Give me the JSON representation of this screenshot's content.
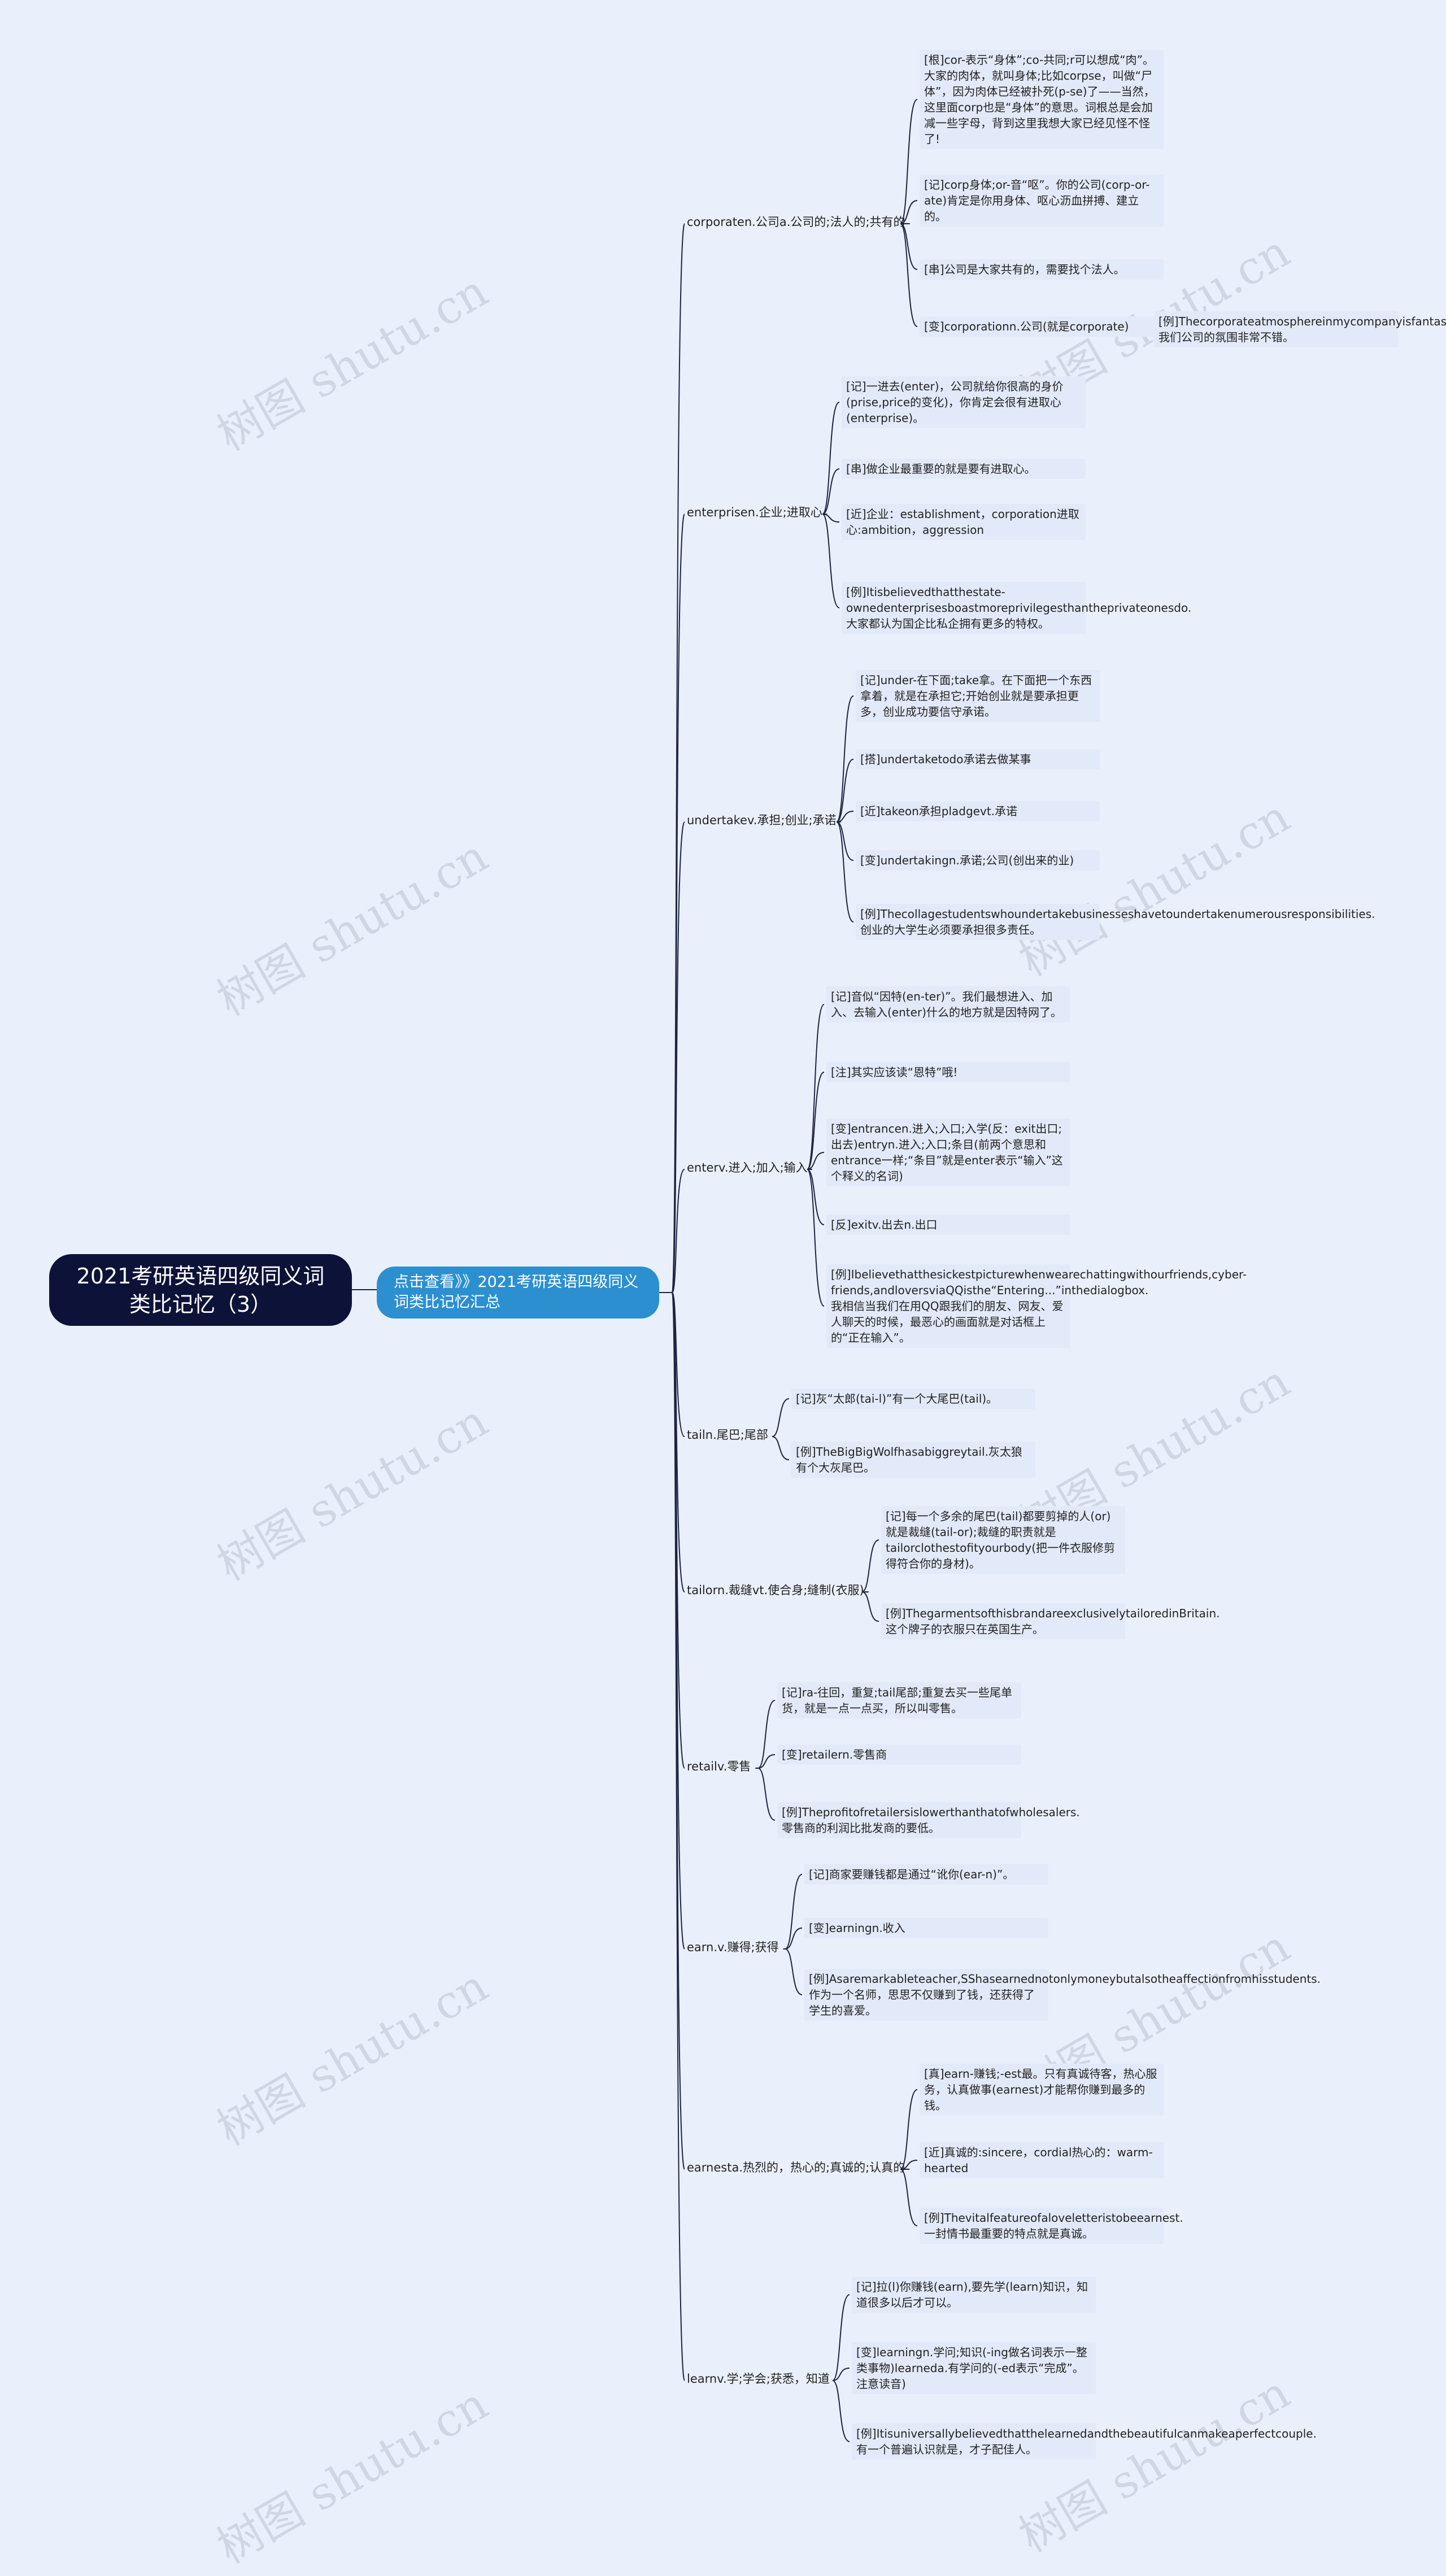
{
  "root": {
    "title": "2021考研英语四级同义词类比记忆（3）"
  },
  "link": {
    "label": "点击查看》》2021考研英语四级同义词类比记忆汇总"
  },
  "watermark": "树图 shutu.cn",
  "colors": {
    "root_bg": "#0d1238",
    "link_bg": "#2c8fd0",
    "line": "#1c2540",
    "leaf_bg": "#e2e9f8",
    "page_bg": "#eaf0fb"
  },
  "branches": [
    {
      "label": "corporaten.公司a.公司的;法人的;共有的",
      "leaves": [
        {
          "text": "[根]cor-表示“身体”;co-共同;r可以想成“肉”。大家的肉体，就叫身体;比如corpse，叫做“尸体”，因为肉体已经被扑死(p-se)了——当然，这里面corp也是“身体”的意思。词根总是会加减一些字母，背到这里我想大家已经见怪不怪了!"
        },
        {
          "text": "[记]corp身体;or-音“呕”。你的公司(corp-or-ate)肯定是你用身体、呕心沥血拼搏、建立的。"
        },
        {
          "text": "[串]公司是大家共有的，需要找个法人。"
        },
        {
          "text": "[变]corporationn.公司(就是corporate)",
          "child": "[例]Thecorporateatmosphereinmycompanyisfantastic.我们公司的氛围非常不错。"
        }
      ]
    },
    {
      "label": "enterprisen.企业;进取心",
      "leaves": [
        {
          "text": "[记]一进去(enter)，公司就给你很高的身价(prise,price的变化)，你肯定会很有进取心(enterprise)。"
        },
        {
          "text": "[串]做企业最重要的就是要有进取心。"
        },
        {
          "text": "[近]企业：establishment，corporation进取心:ambition，aggression"
        },
        {
          "text": "[例]Itisbelievedthatthestate-ownedenterprisesboastmoreprivilegesthantheprivateonesdo.大家都认为国企比私企拥有更多的特权。"
        }
      ]
    },
    {
      "label": "undertakev.承担;创业;承诺",
      "leaves": [
        {
          "text": "[记]under-在下面;take拿。在下面把一个东西拿着，就是在承担它;开始创业就是要承担更多，创业成功要信守承诺。"
        },
        {
          "text": "[搭]undertaketodo承诺去做某事"
        },
        {
          "text": "[近]takeon承担pladgevt.承诺"
        },
        {
          "text": "[变]undertakingn.承诺;公司(创出来的业)"
        },
        {
          "text": "[例]Thecollagestudentswhoundertakebusinesseshavetoundertakenumerousresponsibilities.创业的大学生必须要承担很多责任。"
        }
      ]
    },
    {
      "label": "enterv.进入;加入;输入",
      "leaves": [
        {
          "text": "[记]音似“因特(en-ter)”。我们最想进入、加入、去输入(enter)什么的地方就是因特网了。"
        },
        {
          "text": "[注]其实应该读“恩特”哦!"
        },
        {
          "text": "[变]entrancen.进入;入口;入学(反：exit出口;出去)entryn.进入;入口;条目(前两个意思和entrance一样;“条目”就是enter表示“输入”这个释义的名词)"
        },
        {
          "text": "[反]exitv.出去n.出口"
        },
        {
          "text": "[例]Ibelievethatthesickestpicturewhenwearechattingwithourfriends,cyber-friends,andloversviaQQisthe“Entering...”inthedialogbox.我相信当我们在用QQ跟我们的朋友、网友、爱人聊天的时候，最恶心的画面就是对话框上的“正在输入”。"
        }
      ]
    },
    {
      "label": "tailn.尾巴;尾部",
      "leaves": [
        {
          "text": "[记]灰“太郎(tai-l)”有一个大尾巴(tail)。"
        },
        {
          "text": "[例]TheBigBigWolfhasabiggreytail.灰太狼有个大灰尾巴。"
        }
      ]
    },
    {
      "label": "tailorn.裁缝vt.使合身;缝制(衣服)",
      "leaves": [
        {
          "text": "[记]每一个多余的尾巴(tail)都要剪掉的人(or)就是裁缝(tail-or);裁缝的职责就是tailorclothestofityourbody(把一件衣服修剪得符合你的身材)。"
        },
        {
          "text": "[例]ThegarmentsofthisbrandareexclusivelytailoredinBritain.这个牌子的衣服只在英国生产。"
        }
      ]
    },
    {
      "label": "retailv.零售",
      "leaves": [
        {
          "text": "[记]ra-往回，重复;tail尾部;重复去买一些尾单货，就是一点一点买，所以叫零售。"
        },
        {
          "text": "[变]retailern.零售商"
        },
        {
          "text": "[例]Theprofitofretailersislowerthanthatofwholesalers.零售商的利润比批发商的要低。"
        }
      ]
    },
    {
      "label": "earn.v.赚得;获得",
      "leaves": [
        {
          "text": "[记]商家要赚钱都是通过“讹你(ear-n)”。"
        },
        {
          "text": "[变]earningn.收入"
        },
        {
          "text": "[例]Asaremarkableteacher,SShasearnednotonlymoneybutalsotheaffectionfromhisstudents.作为一个名师，思思不仅赚到了钱，还获得了学生的喜爱。"
        }
      ]
    },
    {
      "label": "earnesta.热烈的，热心的;真诚的;认真的",
      "leaves": [
        {
          "text": "[真]earn-赚钱;-est最。只有真诚待客，热心服务，认真做事(earnest)才能帮你赚到最多的钱。"
        },
        {
          "text": "[近]真诚的:sincere，cordial热心的：warm-hearted"
        },
        {
          "text": "[例]Thevitalfeatureofaloveletteristobeearnest.一封情书最重要的特点就是真诚。"
        }
      ]
    },
    {
      "label": "learnv.学;学会;获悉，知道",
      "leaves": [
        {
          "text": "[记]拉(l)你赚钱(earn),要先学(learn)知识，知道很多以后才可以。"
        },
        {
          "text": "[变]learningn.学问;知识(-ing做名词表示一整类事物)learneda.有学问的(-ed表示“完成”。注意读音)"
        },
        {
          "text": "[例]Itisuniversallybelievedthatthelearnedandthebeautifulcanmakeaperfectcouple.有一个普遍认识就是，才子配佳人。"
        }
      ]
    }
  ]
}
